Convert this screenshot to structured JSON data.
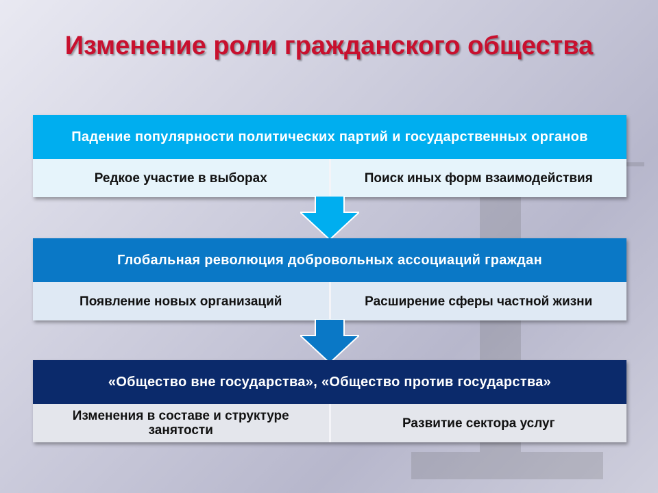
{
  "title": "Изменение роли гражданского общества",
  "blocks": [
    {
      "header": "Падение популярности политических партий и государственных органов",
      "header_color": "#00aeef",
      "cell_color": "#e6f4fb",
      "items": [
        "Редкое участие в выборах",
        "Поиск иных форм взаимодействия"
      ]
    },
    {
      "header": "Глобальная революция добровольных ассоциаций граждан",
      "header_color": "#0a78c6",
      "cell_color": "#dfe9f4",
      "items": [
        "Появление новых организаций",
        "Расширение сферы частной жизни"
      ]
    },
    {
      "header": "«Общество вне государства», «Общество против государства»",
      "header_color": "#0b2a6b",
      "cell_color": "#e4e6ec",
      "items": [
        "Изменения в составе и структуре занятости",
        "Развитие сектора услуг"
      ]
    }
  ],
  "arrows": [
    {
      "color": "#00aeef"
    },
    {
      "color": "#0a78c6"
    }
  ]
}
